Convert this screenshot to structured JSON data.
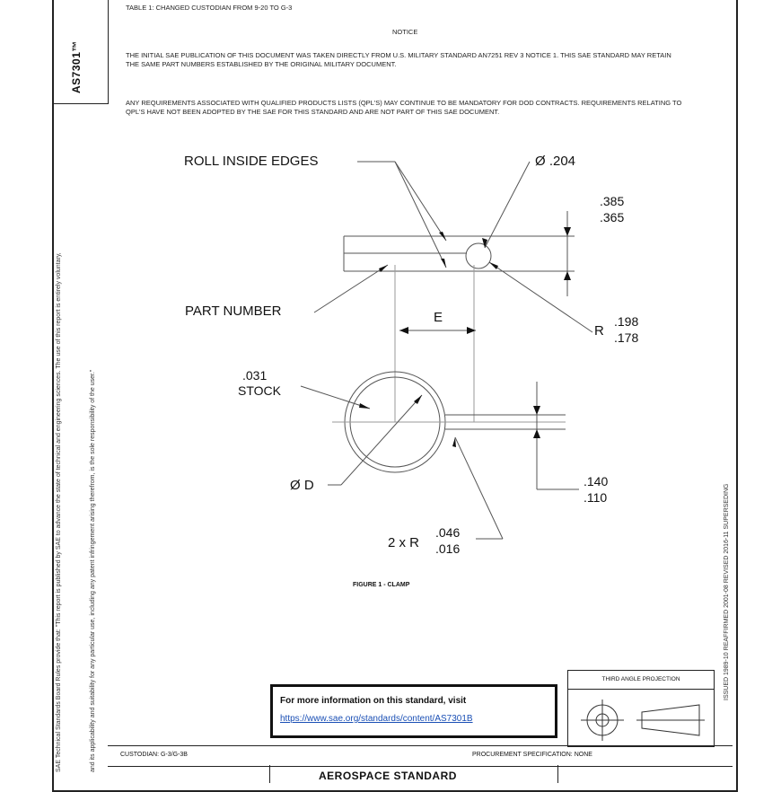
{
  "doc": {
    "number": "AS7301™",
    "top_line": "TABLE 1: CHANGED CUSTODIAN FROM 9-20 TO G-3",
    "notice_title": "NOTICE",
    "notice_p1": "THE INITIAL SAE PUBLICATION OF THIS DOCUMENT WAS TAKEN DIRECTLY FROM U.S. MILITARY STANDARD AN7251 REV 3 NOTICE 1. THIS SAE STANDARD MAY RETAIN THE SAME PART NUMBERS ESTABLISHED BY THE ORIGINAL MILITARY DOCUMENT.",
    "notice_p2": "ANY REQUIREMENTS ASSOCIATED WITH QUALIFIED PRODUCTS LISTS (QPL'S) MAY CONTINUE TO BE MANDATORY FOR DoD CONTRACTS. REQUIREMENTS RELATING TO QPL'S HAVE NOT BEEN ADOPTED BY THE SAE FOR THIS STANDARD AND ARE NOT PART OF THIS SAE DOCUMENT.",
    "left_margin_text_1": "SAE Technical Standards Board Rules provide that: \"This report is published by SAE to advance the state of technical and engineering sciences. The use of this report is entirely voluntary,",
    "left_margin_text_2": "and its applicability and suitability for any particular use, including any patent infringement arising therefrom, is the sole responsibility of the user.\"",
    "right_margin_text": "ISSUED 1989-10   REAFFIRMED 2001-08   REVISED 2016-11   SUPERSEDING"
  },
  "drawing": {
    "roll_inside_edges": "ROLL INSIDE EDGES",
    "dia_204": "Ø .204",
    "dim_385": ".385",
    "dim_365": ".365",
    "part_number": "PART NUMBER",
    "e_label": "E",
    "r_label": "R",
    "r_198": ".198",
    "r_178": ".178",
    "stock_031": ".031",
    "stock": "STOCK",
    "dia_d": "Ø D",
    "dim_140": ".140",
    "dim_110": ".110",
    "twox_r": "2 x R",
    "r_046": ".046",
    "r_016": ".016",
    "figure_caption": "FIGURE 1 - CLAMP"
  },
  "info_box": {
    "line1": "For more information on this standard, visit",
    "link": "https://www.sae.org/standards/content/AS7301B"
  },
  "projection_label": "THIRD ANGLE PROJECTION",
  "footer": {
    "custodian": "CUSTODIAN: G-3/G-3B",
    "procurement": "PROCUREMENT SPECIFICATION: NONE",
    "title": "AEROSPACE STANDARD"
  }
}
